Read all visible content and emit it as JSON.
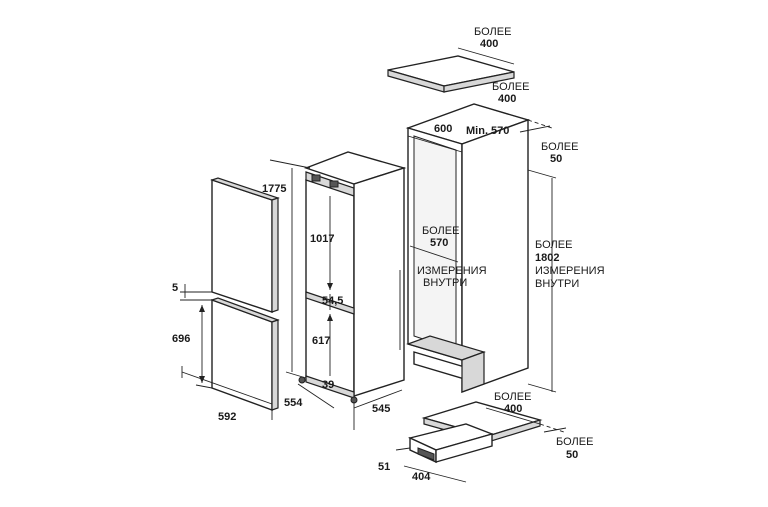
{
  "doors": {
    "upper_height": "1775",
    "gap": "5",
    "lower_height": "696",
    "width": "592"
  },
  "appliance": {
    "upper_section": "1017",
    "divider": "54,5",
    "lower_section": "617",
    "plinth": "39",
    "depth": "554",
    "base_depth": "545"
  },
  "cabinet": {
    "top_vent_label": "БОЛЕЕ",
    "top_vent_value": "400",
    "top_cut_label": "БОЛЕЕ",
    "top_cut_value": "400",
    "width": "600",
    "min_depth": "Min. 570",
    "rear_gap_label": "БОЛЕЕ",
    "rear_gap_value": "50",
    "inner_width_label": "БОЛЕЕ",
    "inner_width_value": "570",
    "inner_width_note_1": "ИЗМЕРЕНИЯ",
    "inner_width_note_2": "ВНУТРИ",
    "inner_height_label": "БОЛЕЕ",
    "inner_height_value": "1802",
    "inner_height_note_1": "ИЗМЕРЕНИЯ",
    "inner_height_note_2": "ВНУТРИ",
    "bottom_cut_label": "БОЛЕЕ",
    "bottom_cut_value": "400",
    "bottom_gap_label": "БОЛЕЕ",
    "bottom_gap_value": "50"
  },
  "plinth_grille": {
    "height": "51",
    "width": "404"
  }
}
